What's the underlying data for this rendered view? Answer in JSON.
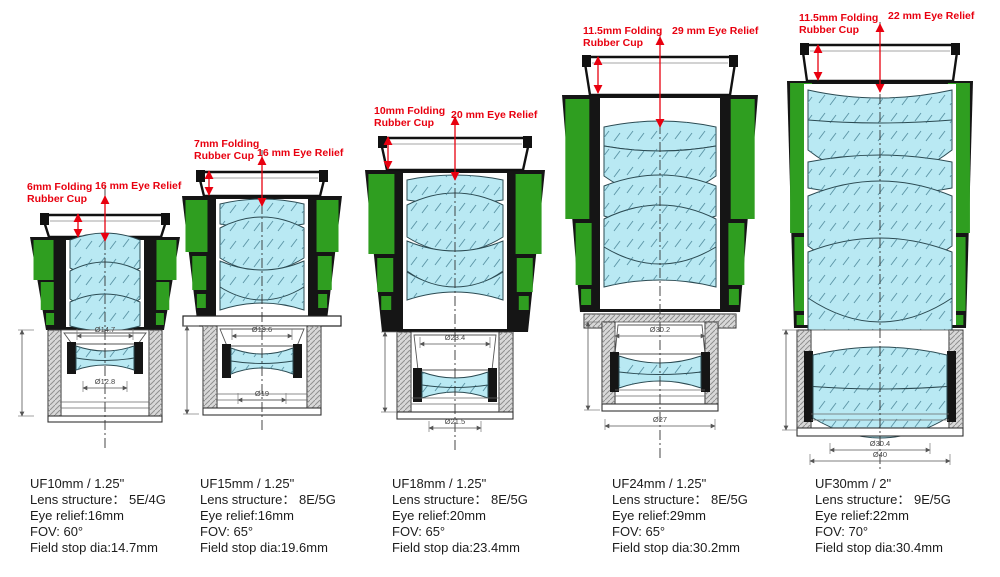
{
  "colors": {
    "annotation_red": "#e8000f",
    "rubber_green": "#2f9e20",
    "lens_blue": "#b9e9f3",
    "body_black": "#151515",
    "barrel_gray": "#d8d8d8"
  },
  "eyepieces": [
    {
      "cup_label": "6mm Folding\nRubber Cup",
      "eye_relief_label": "16 mm Eye Relief",
      "dia_top": "Ø14.7",
      "dia_bottom": "Ø12.8",
      "model": "UF10mm / 1.25\"",
      "lens_structure": "Lens structure：  5E/4G",
      "eye_relief": "Eye relief:16mm",
      "fov": "FOV: 60°",
      "field_stop": "Field stop dia:14.7mm"
    },
    {
      "cup_label": "7mm Folding\nRubber Cup",
      "eye_relief_label": "16 mm Eye Relief",
      "dia_top": "Ø19.6",
      "dia_bottom": "Ø19",
      "model": "UF15mm / 1.25\"",
      "lens_structure": "Lens structure：  8E/5G",
      "eye_relief": "Eye relief:16mm",
      "fov": "FOV: 65°",
      "field_stop": "Field stop dia:19.6mm"
    },
    {
      "cup_label": "10mm Folding\nRubber Cup",
      "eye_relief_label": "20 mm Eye Relief",
      "dia_top": "Ø23.4",
      "dia_bottom": "Ø21.5",
      "model": "UF18mm / 1.25\"",
      "lens_structure": "Lens structure：  8E/5G",
      "eye_relief": "Eye relief:20mm",
      "fov": "FOV: 65°",
      "field_stop": "Field stop dia:23.4mm"
    },
    {
      "cup_label": "11.5mm Folding\nRubber Cup",
      "eye_relief_label": "29 mm Eye Relief",
      "dia_top": "Ø30.2",
      "dia_bottom": "Ø27",
      "model": "UF24mm / 1.25\"",
      "lens_structure": "Lens structure：  8E/5G",
      "eye_relief": "Eye relief:29mm",
      "fov": "FOV: 65°",
      "field_stop": "Field stop dia:30.2mm"
    },
    {
      "cup_label": "11.5mm Folding\nRubber Cup",
      "eye_relief_label": "22 mm Eye Relief",
      "dia_top": "Ø30.4",
      "dia_bottom": "Ø40",
      "model": "UF30mm /  2\"",
      "lens_structure": "Lens structure：  9E/5G",
      "eye_relief": "Eye relief:22mm",
      "fov": "FOV: 70°",
      "field_stop": "Field stop dia:30.4mm"
    }
  ]
}
